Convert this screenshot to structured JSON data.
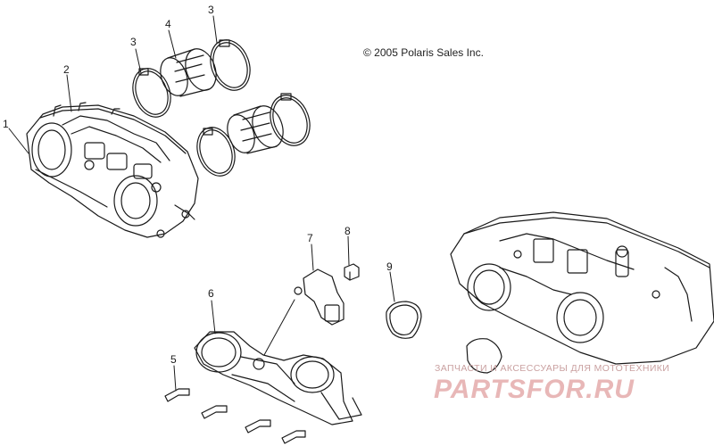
{
  "copyright": "© 2005 Polaris Sales Inc.",
  "callouts": [
    "1",
    "2",
    "3",
    "3",
    "4",
    "5",
    "6",
    "7",
    "8",
    "9"
  ],
  "watermark": {
    "tagline": "ЗАПЧАСТИ И АКСЕССУАРЫ ДЛЯ МОТОТЕХНИКИ",
    "logo": "PARTSFOR.RU"
  },
  "colors": {
    "line": "#1a1a1a",
    "watermark": "#e8b7b7"
  }
}
